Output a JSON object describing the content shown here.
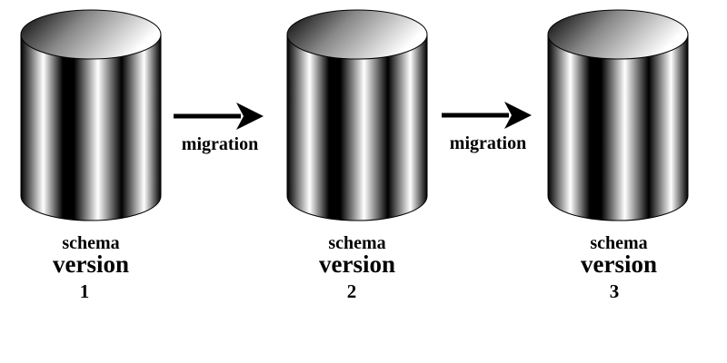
{
  "diagram": {
    "databases": [
      {
        "line1": "schema",
        "line2": "version",
        "line3": "1"
      },
      {
        "line1": "schema",
        "line2": "version",
        "line3": "2"
      },
      {
        "line1": "schema",
        "line2": "version",
        "line3": "3"
      }
    ],
    "arrows": [
      {
        "label": "migration"
      },
      {
        "label": "migration"
      }
    ]
  }
}
